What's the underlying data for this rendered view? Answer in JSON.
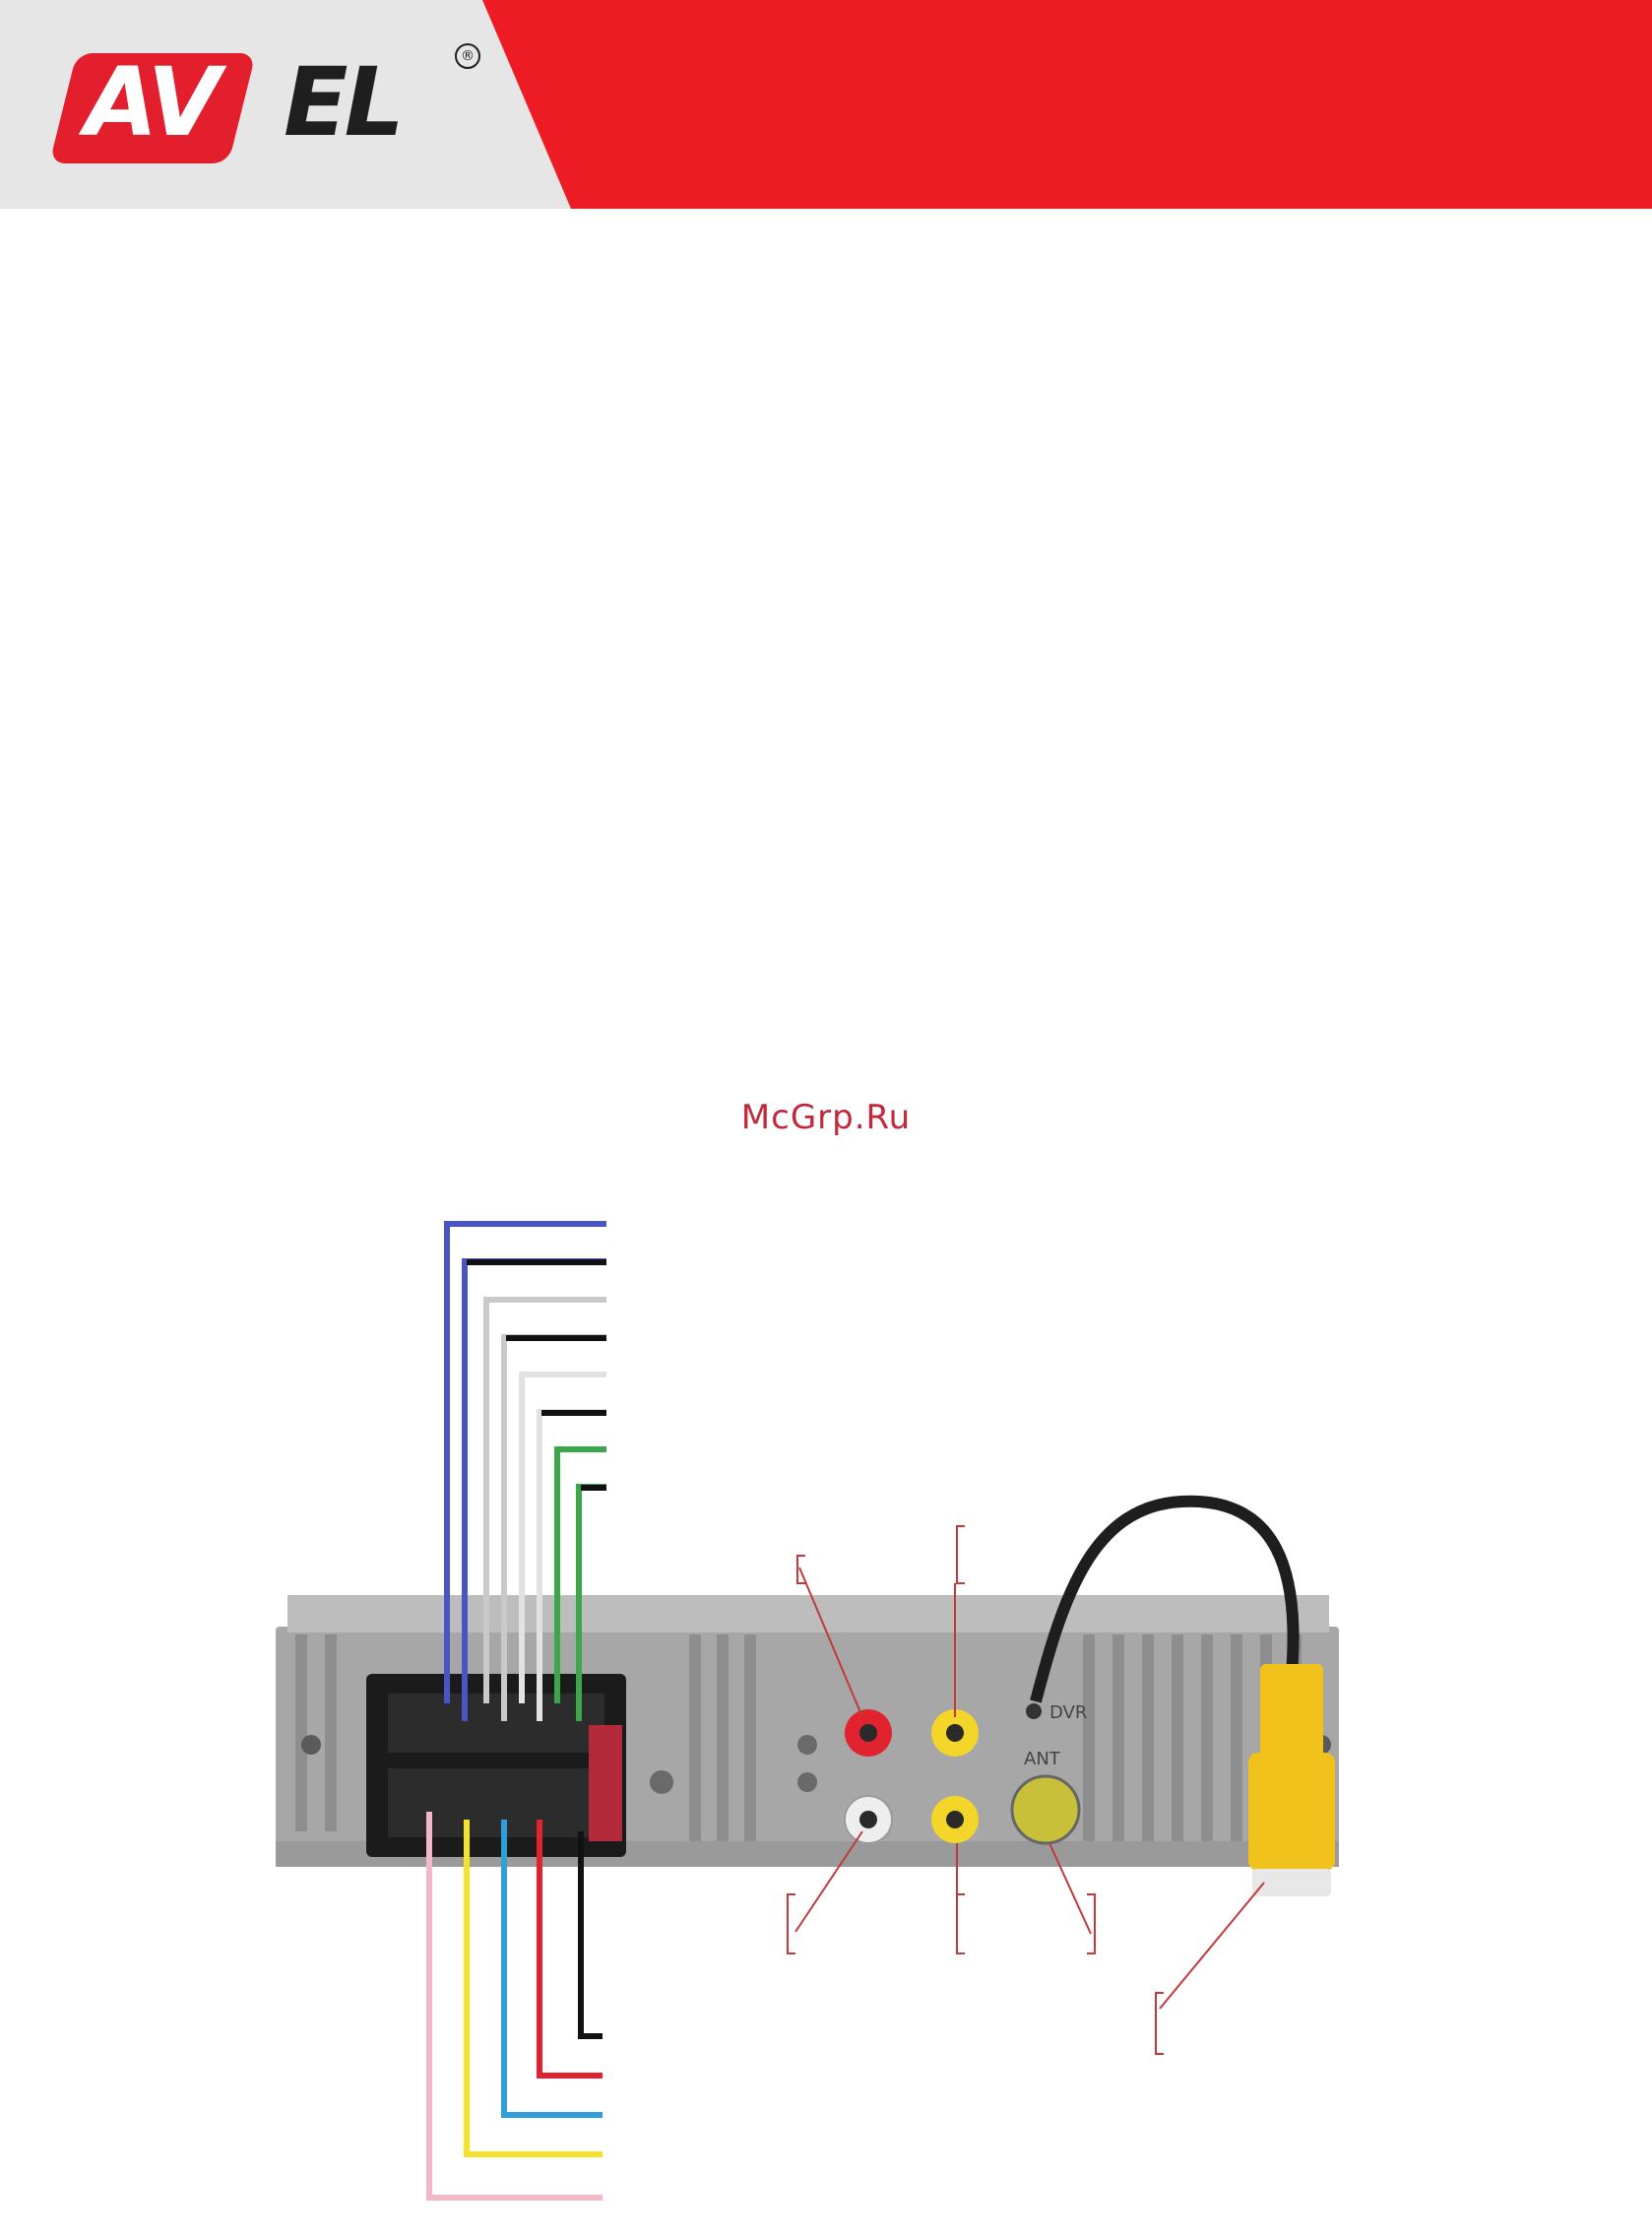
{
  "header": {
    "brand_part1": "AV",
    "brand_part2": "EL",
    "registered_mark": "®",
    "colors": {
      "red": "#ed1c24",
      "grey": "#e6e6e6",
      "dark": "#1f1f1f"
    }
  },
  "watermark": {
    "text": "McGrp.Ru"
  },
  "diagram": {
    "top_wires": [
      "blue",
      "blue-black",
      "grey",
      "grey-black",
      "white",
      "white-black",
      "green",
      "green-black"
    ],
    "bottom_wires": [
      "pink",
      "yellow",
      "light-blue",
      "red",
      "black"
    ],
    "jack_labels": {
      "dvr": "DVR",
      "ant": "ANT"
    },
    "wire_colors": {
      "blue": "#4a55c4",
      "black": "#111111",
      "grey": "#c9c9c9",
      "white": "#e8e8e8",
      "green": "#3aa84a",
      "pink": "#f2b8c6",
      "yellow": "#f4e32a",
      "light-blue": "#2e9fdc",
      "red": "#e0232e",
      "callout": "#c0393b"
    }
  }
}
